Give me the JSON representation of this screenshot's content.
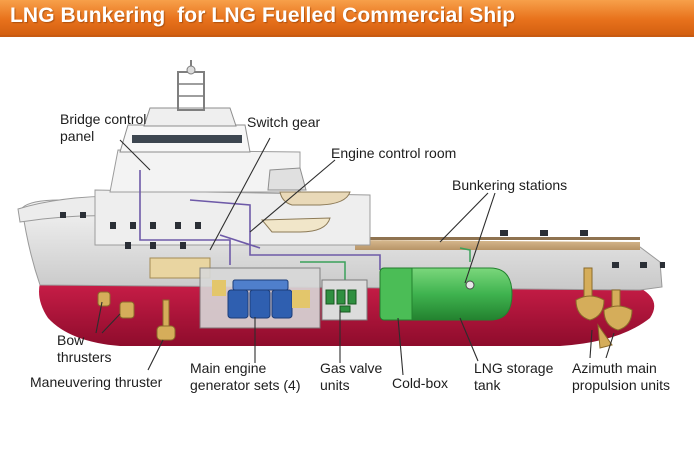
{
  "header": {
    "title": "LNG Bunkering  for LNG Fuelled Commercial Ship",
    "background_color": "#e8721c",
    "text_color": "#ffffff"
  },
  "labels": {
    "bridge_control_panel": [
      "Bridge control",
      "panel"
    ],
    "switch_gear": "Switch gear",
    "engine_control_room": "Engine control room",
    "bunkering_stations": "Bunkering stations",
    "bow_thrusters": [
      "Bow",
      "thrusters"
    ],
    "maneuvering_thruster": "Maneuvering thruster",
    "main_engine_generator_sets": [
      "Main engine",
      "generator sets (4)"
    ],
    "gas_valve_units": [
      "Gas valve",
      "units"
    ],
    "cold_box": "Cold-box",
    "lng_storage_tank": [
      "LNG storage",
      "tank"
    ],
    "azimuth_main_propulsion_units": [
      "Azimuth main",
      "propulsion units"
    ]
  },
  "colors": {
    "hull_lower": "#b3123a",
    "hull_upper": "#e3e3e3",
    "lng_tank": "#3fb34f",
    "engines": "#2f5fb0",
    "accommodation": "#f2f2f2"
  }
}
